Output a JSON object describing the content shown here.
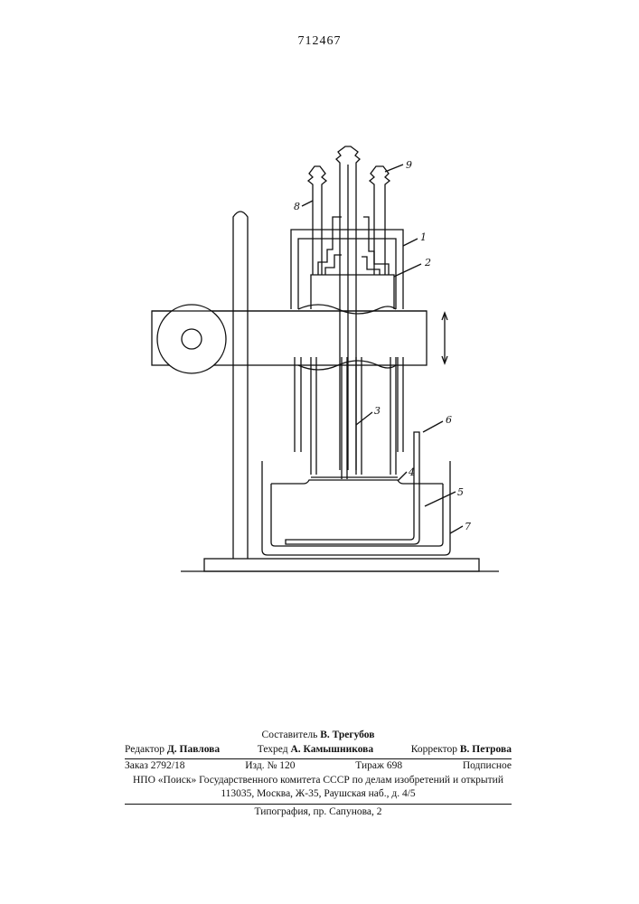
{
  "page_number": "712467",
  "figure": {
    "labels": {
      "l1": "1",
      "l2": "2",
      "l3": "3",
      "l4": "4",
      "l5": "5",
      "l6": "6",
      "l7": "7",
      "l8": "8",
      "l9": "9"
    }
  },
  "colophon": {
    "compiler": {
      "role": "Составитель",
      "name": "В. Трегубов"
    },
    "editor": {
      "role": "Редактор",
      "name": "Д. Павлова"
    },
    "techred": {
      "role": "Техред",
      "name": "А. Камышникова"
    },
    "corrector": {
      "role": "Корректор",
      "name": "В. Петрова"
    },
    "order": "Заказ 2792/18",
    "edition": "Изд. № 120",
    "circulation": "Тираж 698",
    "subscription": "Подписное",
    "org": "НПО «Поиск» Государственного комитета СССР по делам изобретений и открытий",
    "address": "113035, Москва, Ж-35, Раушская наб., д. 4/5",
    "printer": "Типография, пр. Сапунова, 2"
  }
}
